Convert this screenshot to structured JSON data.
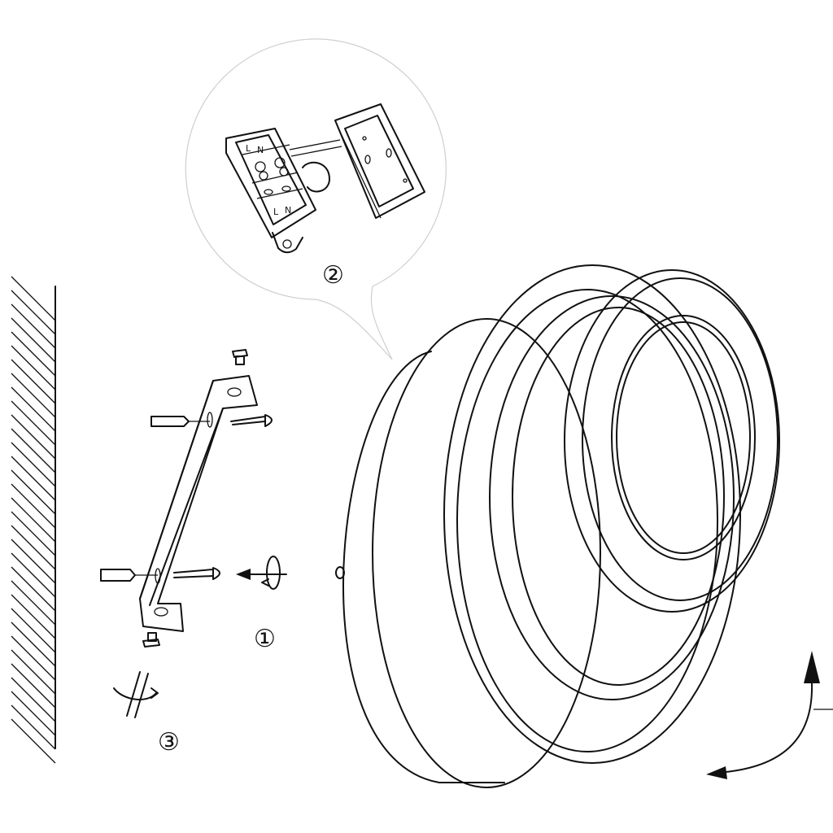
{
  "steps": [
    {
      "label": "①"
    },
    {
      "label": "②"
    },
    {
      "label": "③"
    }
  ],
  "terminal_block": {
    "top_markings": [
      "L",
      "N"
    ],
    "bottom_markings": [
      "L",
      "N"
    ]
  },
  "icons": {
    "wall": "wall-hatch-icon",
    "bracket": "mounting-bracket-icon",
    "screws": "screw-icon",
    "wall_plugs": "wall-plug-icon",
    "screwdriver": "screwdriver-rotate-icon",
    "rotate": "rotate-clockwise-icon",
    "push_arrow": "arrow-left-icon",
    "lamp": "round-wall-lamp-icon",
    "turn_arrow": "curved-turn-arrow-icon"
  }
}
